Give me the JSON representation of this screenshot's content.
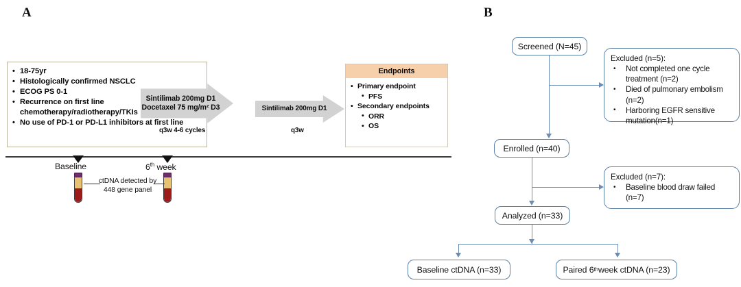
{
  "panels": {
    "a_label": "A",
    "b_label": "B"
  },
  "panel_a": {
    "criteria": {
      "items": [
        "18-75yr",
        "Histologically confirmed NSCLC",
        "ECOG PS 0-1",
        "Recurrence on first line chemotherapy/radiotherapy/TKIs",
        "No use of PD-1 or PD-L1 inhibitors at first line"
      ]
    },
    "treatment_1": {
      "line_1": "Sintilimab 200mg D1",
      "line_2": "Docetaxel 75 mg/m² D3",
      "schedule": "q3w 4-6 cycles"
    },
    "treatment_2": {
      "line_1": "Sintilimab 200mg D1",
      "schedule": "q3w"
    },
    "endpoints": {
      "header": "Endpoints",
      "items": [
        {
          "label": "Primary endpoint",
          "level": 0
        },
        {
          "label": "PFS",
          "level": 1
        },
        {
          "label": "Secondary endpoints",
          "level": 0
        },
        {
          "label": "ORR",
          "level": 1
        },
        {
          "label": "OS",
          "level": 1
        }
      ]
    },
    "timeline": {
      "point_1_label": "Baseline",
      "point_2_label_pre": "6",
      "point_2_label_sup": "th",
      "point_2_label_post": " week",
      "assay_note_line1": "ctDNA detected by",
      "assay_note_line2": "448 gene panel"
    }
  },
  "panel_b": {
    "boxes": {
      "screened": "Screened (N=45)",
      "enrolled": "Enrolled (n=40)",
      "analyzed": "Analyzed (n=33)",
      "baseline_ctdna": "Baseline ctDNA (n=33)",
      "paired_ctdna_pre": "Paired 6",
      "paired_ctdna_sup": "th",
      "paired_ctdna_post": " week  ctDNA (n=23)"
    },
    "excluded_1": {
      "title": "Excluded (n=5):",
      "items": [
        "Not completed one cycle treatment (n=2)",
        "Died of pulmonary embolism (n=2)",
        "Harboring EGFR sensitive mutation(n=1)"
      ]
    },
    "excluded_2": {
      "title": "Excluded (n=7):",
      "items": [
        "Baseline blood draw failed (n=7)"
      ]
    }
  },
  "colors": {
    "arrow_gray": "#d2d2d2",
    "endpoints_header": "#f6cfab",
    "flow_border": "#5b80a8",
    "connector": "#6b8db5",
    "tube_cap": "#6e2b6e",
    "tube_plasma": "#e8c172",
    "tube_blood": "#9e1b1b"
  }
}
